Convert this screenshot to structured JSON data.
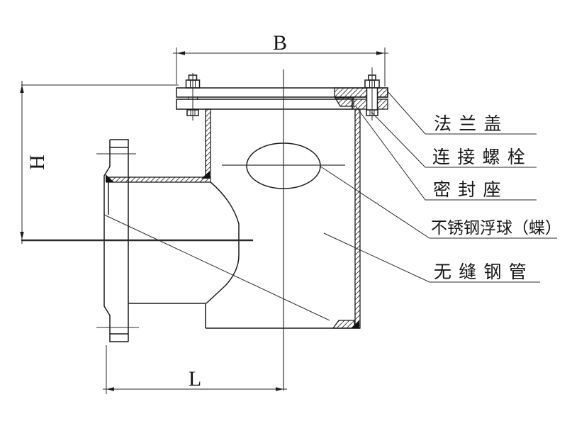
{
  "dimensions": {
    "B": "B",
    "H": "H",
    "L": "L"
  },
  "callouts": [
    {
      "label": "法 兰 盖"
    },
    {
      "label": "连 接 螺 栓"
    },
    {
      "label": "密 封 座"
    },
    {
      "label": "不锈钢浮球（蝶）"
    },
    {
      "label": "无 缝 钢 管"
    }
  ]
}
